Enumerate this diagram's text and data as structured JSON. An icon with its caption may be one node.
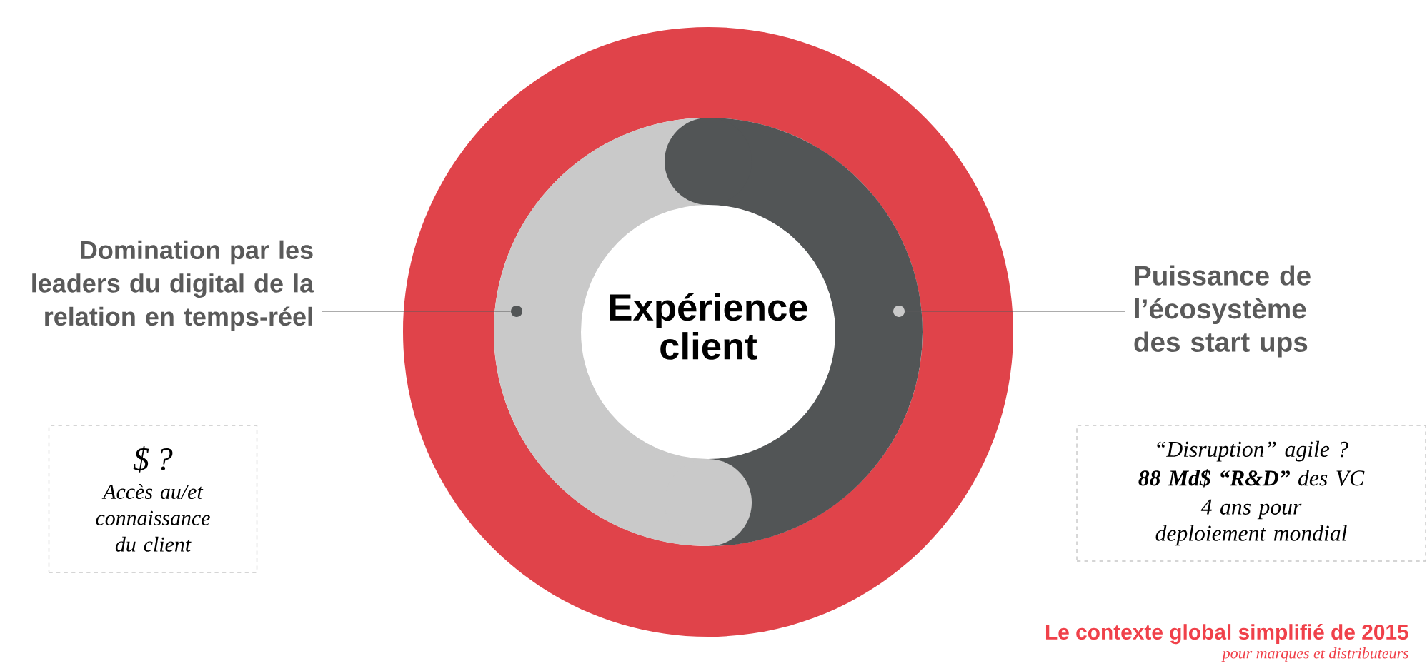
{
  "diagram": {
    "nodes": [
      {
        "text": [
          "Domination par les leaders du digital de la relation en temps-réel"
        ]
      },
      {
        "text": [],
        "shape": "circle"
      },
      {
        "text": [
          "Expérience client"
        ]
      },
      {
        "text": [
          "Puissance de l’écosystème des start ups"
        ]
      },
      {
        "text": [],
        "shape": "circle"
      },
      {
        "text": [
          "$ ?",
          "Accès au/et connaissance du client"
        ]
      },
      {
        "text": [
          "“Disruption” agile ?",
          "**88 Md$ “R&D”** des VC",
          "4 ans pour deploiement mondial"
        ]
      }
    ],
    "edges": [
      {
        "from": 0,
        "to": 1,
        "arrow": "none"
      },
      {
        "from": 3,
        "to": 4,
        "arrow": "none"
      }
    ],
    "labels": [
      "Le contexte global simplifié de 2015",
      "pour marques et distributeurs"
    ]
  }
}
